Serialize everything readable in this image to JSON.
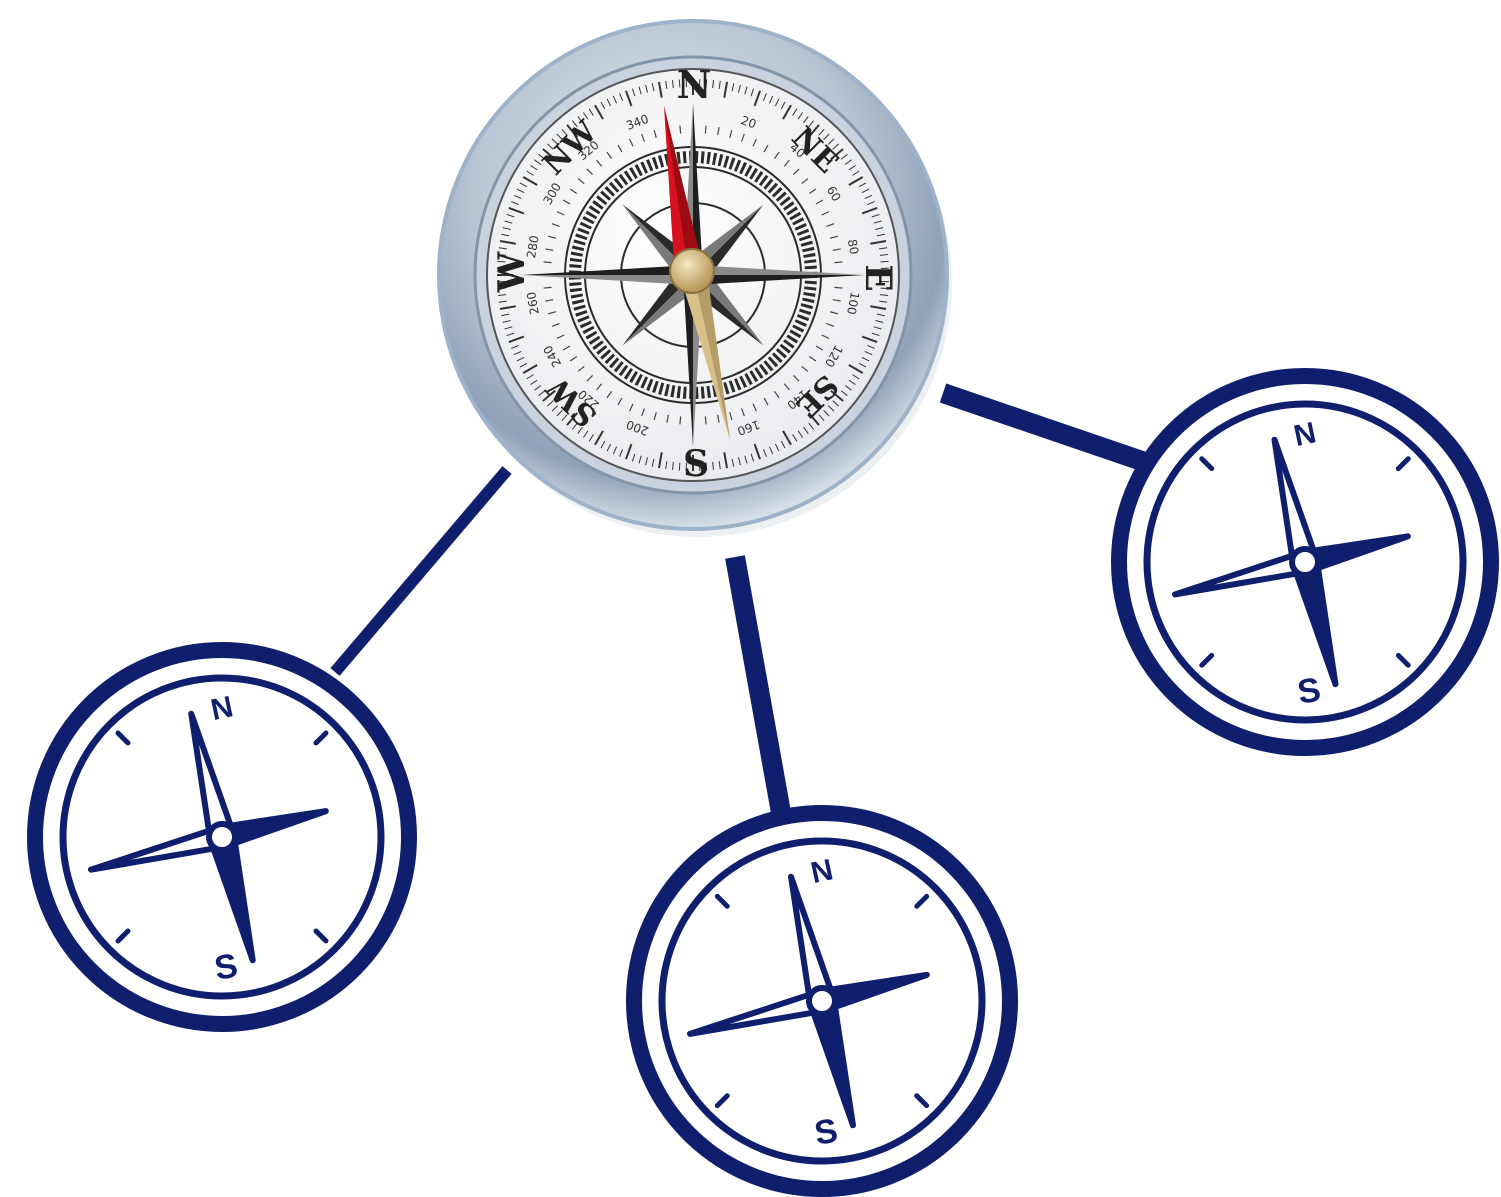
{
  "colors": {
    "navy": "#0f1f6e",
    "needle_north": "#d8111e",
    "needle_south": "#d9c08a",
    "bezel": "#b9c6d6",
    "face": "#f7f7f5"
  },
  "main_compass": {
    "cardinals": {
      "n": "N",
      "e": "E",
      "s": "S",
      "w": "W"
    },
    "intercardinals": {
      "ne": "NE",
      "se": "SE",
      "sw": "SW",
      "nw": "NW"
    },
    "degree_marks": [
      "20",
      "40",
      "60",
      "80",
      "100",
      "120",
      "140",
      "160",
      "200",
      "220",
      "240",
      "260",
      "280",
      "300",
      "320",
      "340"
    ]
  },
  "small_compasses": [
    {
      "north": "N",
      "south": "S",
      "icon": "compass-icon"
    },
    {
      "north": "N",
      "south": "S",
      "icon": "compass-icon"
    },
    {
      "north": "N",
      "south": "S",
      "icon": "compass-icon"
    }
  ]
}
